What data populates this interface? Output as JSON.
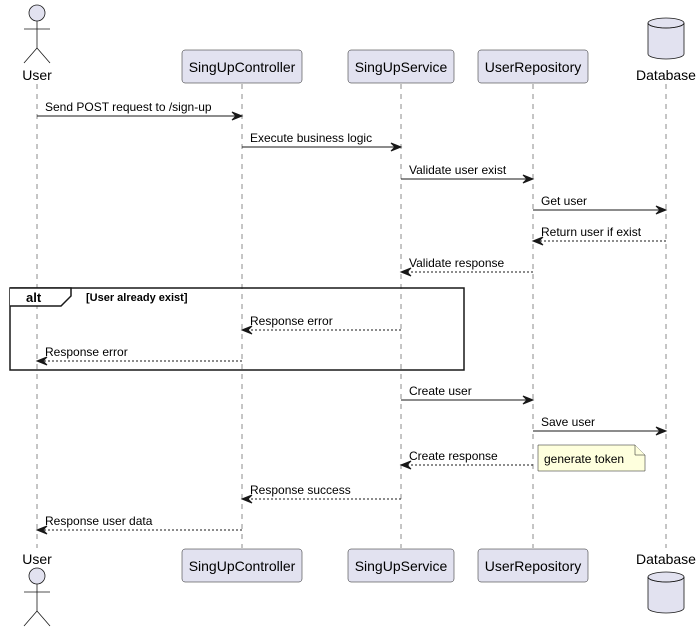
{
  "colors": {
    "participant_fill": "#E2E2F0",
    "participant_border": "#181818",
    "lifeline": "#181818",
    "note_fill": "#FEFFDD",
    "note_border": "#181818",
    "arrow": "#181818"
  },
  "participants": [
    {
      "id": "user",
      "label": "User",
      "kind": "actor",
      "icon": "actor-icon"
    },
    {
      "id": "controller",
      "label": "SingUpController",
      "kind": "box"
    },
    {
      "id": "service",
      "label": "SingUpService",
      "kind": "box"
    },
    {
      "id": "repository",
      "label": "UserRepository",
      "kind": "box"
    },
    {
      "id": "database",
      "label": "Database",
      "kind": "database",
      "icon": "database-icon"
    }
  ],
  "messages": [
    {
      "from": "user",
      "to": "controller",
      "label": "Send POST request to /sign-up",
      "dashed": false
    },
    {
      "from": "controller",
      "to": "service",
      "label": "Execute business logic",
      "dashed": false
    },
    {
      "from": "service",
      "to": "repository",
      "label": "Validate user exist",
      "dashed": false
    },
    {
      "from": "repository",
      "to": "database",
      "label": "Get user",
      "dashed": false
    },
    {
      "from": "database",
      "to": "repository",
      "label": "Return user if exist",
      "dashed": true
    },
    {
      "from": "repository",
      "to": "service",
      "label": "Validate response",
      "dashed": true
    },
    {
      "from": "service",
      "to": "controller",
      "label": "Response error",
      "dashed": true
    },
    {
      "from": "controller",
      "to": "user",
      "label": "Response error",
      "dashed": true
    },
    {
      "from": "service",
      "to": "repository",
      "label": "Create user",
      "dashed": false
    },
    {
      "from": "repository",
      "to": "database",
      "label": "Save user",
      "dashed": false
    },
    {
      "from": "repository",
      "to": "service",
      "label": "Create response",
      "dashed": true
    },
    {
      "from": "service",
      "to": "controller",
      "label": "Response success",
      "dashed": true
    },
    {
      "from": "controller",
      "to": "user",
      "label": "Response user data",
      "dashed": true
    }
  ],
  "alt_fragment": {
    "keyword": "alt",
    "condition": "[User already exist]"
  },
  "note": {
    "text": "generate token"
  }
}
